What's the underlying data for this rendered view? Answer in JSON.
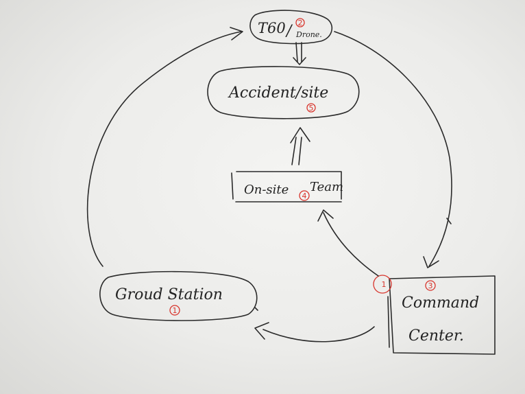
{
  "nodes": {
    "t60_drone": {
      "label_top": "T60",
      "slash": "/",
      "label_bottom": "Drone.",
      "number": "2"
    },
    "accident_site": {
      "label": "Accident/site",
      "number": "5"
    },
    "onsite_team": {
      "label_part1": "On-site",
      "label_part2": "Team",
      "number": "4"
    },
    "ground_station": {
      "label": "Groud Station",
      "number": "1"
    },
    "command_center": {
      "line1": "Command",
      "line2": "Center.",
      "number": "3"
    },
    "junction": {
      "number": "1"
    }
  },
  "colors": {
    "ink": "#2a2a2a",
    "annotation_red": "#d8342c",
    "paper": "#f0f0ee"
  }
}
